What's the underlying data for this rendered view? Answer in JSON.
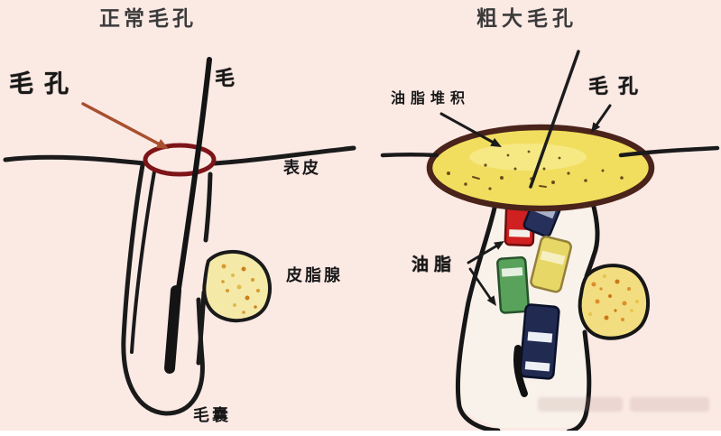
{
  "left_panel": {
    "title": "正常毛孔",
    "labels": {
      "pore": "毛孔",
      "hair": "毛",
      "epidermis": "表皮",
      "sebaceous_gland": "皮脂腺",
      "hair_follicle": "毛囊"
    }
  },
  "right_panel": {
    "title": "粗大毛孔",
    "labels": {
      "oil_buildup": "油脂堆积",
      "pore": "毛孔",
      "oil": "油脂"
    },
    "cars": [
      "red",
      "navy",
      "yellow",
      "green",
      "navy"
    ]
  },
  "colors": {
    "background": "#fbe9e4",
    "outline": "#1a1a1a",
    "pore_ring": "#7d1418",
    "pointer_arrow": "#a8502f",
    "sebum_pool_fill": "#f1de5f",
    "sebum_pool_rim": "#4a231a",
    "gland_fill_left": "#f5e9a8",
    "gland_fill_right": "#f2dd80",
    "gland_speckle": "#d8952c",
    "car_red": "#d02020",
    "car_navy": "#27305a",
    "car_yellow": "#e7d766",
    "car_green": "#58a25c",
    "car_navy_dark": "#212b52"
  }
}
